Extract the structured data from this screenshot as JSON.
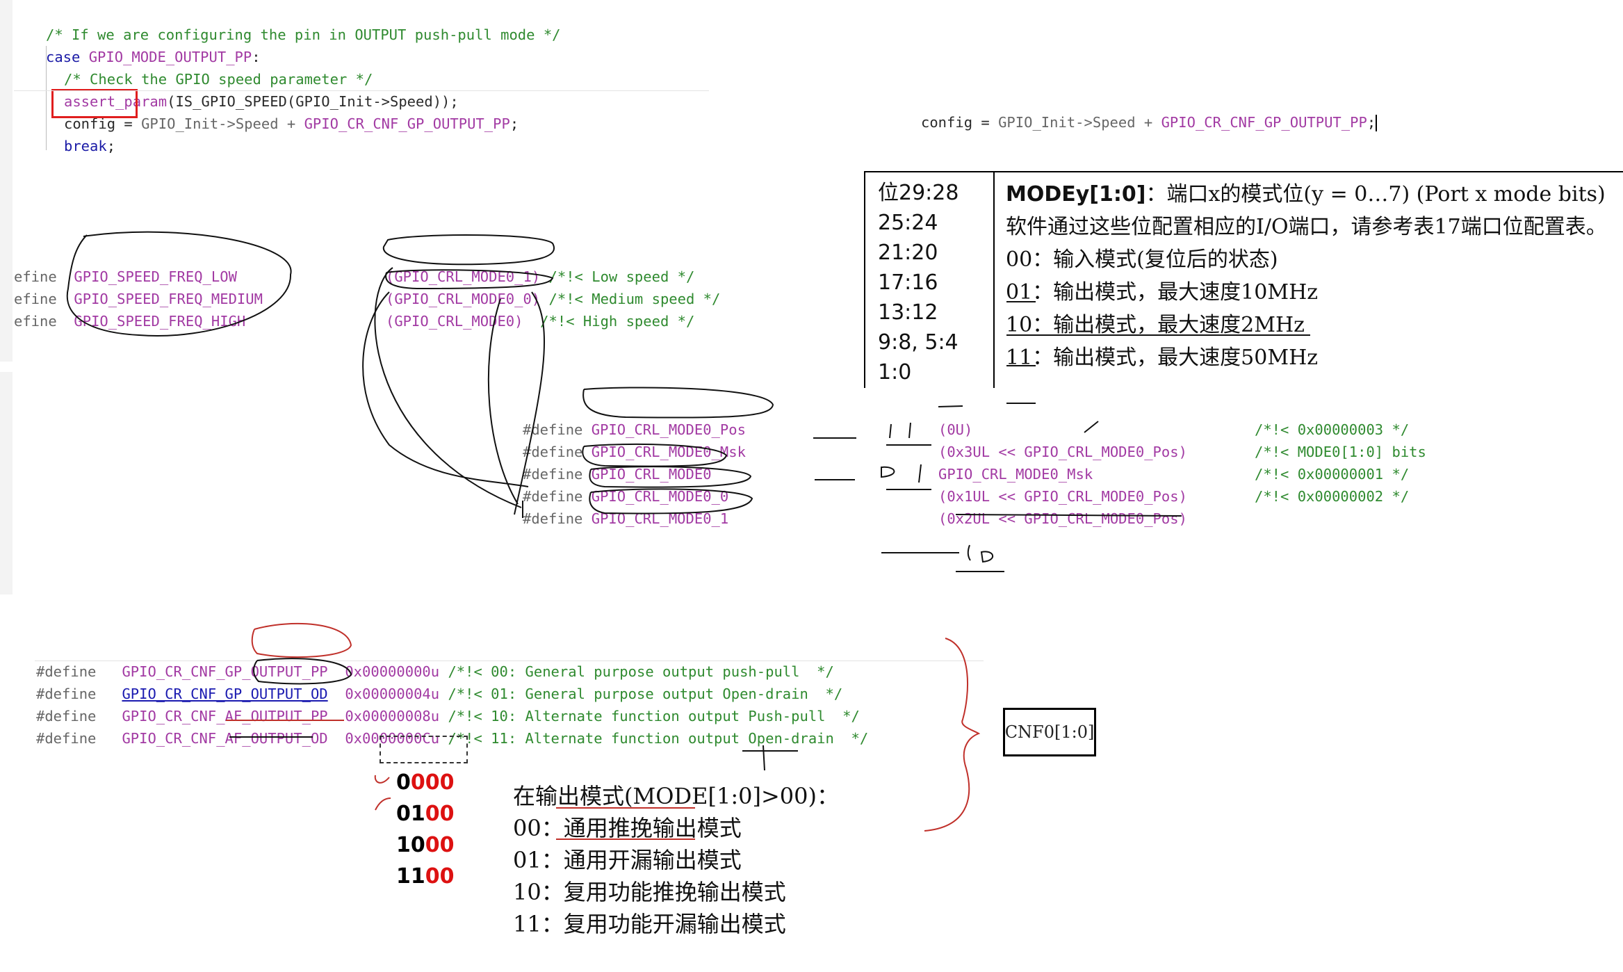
{
  "top_code": {
    "comment1": "/* If we are configuring the pin in OUTPUT push-pull mode */",
    "case_kw": "case",
    "case_val": "GPIO_MODE_OUTPUT_PP",
    "case_colon": ":",
    "comment2": "/* Check the GPIO speed parameter */",
    "assert_fn": "assert_param",
    "assert_args": "(IS_GPIO_SPEED(GPIO_Init->Speed));",
    "config_var": "config",
    "config_eq": " = ",
    "config_rhs1": "GPIO_Init->Speed + ",
    "config_rhs2": "GPIO_CR_CNF_GP_OUTPUT_PP",
    "config_semi": ";",
    "break_kw": "break",
    "break_semi": ";"
  },
  "right_code": {
    "lhs": "config = ",
    "mid": "GPIO_Init->Speed + ",
    "macro": "GPIO_CR_CNF_GP_OUTPUT_PP",
    "semi": ";"
  },
  "speed_defines": {
    "prefix": "efine",
    "items": [
      "GPIO_SPEED_FREQ_LOW",
      "GPIO_SPEED_FREQ_MEDIUM",
      "GPIO_SPEED_FREQ_HIGH"
    ],
    "values": [
      "(GPIO_CRL_MODE0_1)",
      "(GPIO_CRL_MODE0_0)",
      "(GPIO_CRL_MODE0)"
    ],
    "comments": [
      "/*!< Low speed */",
      "/*!< Medium speed */",
      "/*!< High speed */"
    ]
  },
  "mode_defines": {
    "kw": "#define",
    "names": [
      "GPIO_CRL_MODE0_Pos",
      "GPIO_CRL_MODE0_Msk",
      "GPIO_CRL_MODE0",
      "GPIO_CRL_MODE0_0",
      "GPIO_CRL_MODE0_1"
    ],
    "vals": [
      "(0U)",
      "(0x3UL << GPIO_CRL_MODE0_Pos)",
      "GPIO_CRL_MODE0_Msk",
      "(0x1UL << GPIO_CRL_MODE0_Pos)",
      "(0x2UL << GPIO_CRL_MODE0_Pos)"
    ],
    "comments": [
      "",
      "/*!< 0x00000003 */",
      "/*!< MODE0[1:0] bits",
      "/*!< 0x00000001 */",
      "/*!< 0x00000002 */"
    ]
  },
  "mode_table": {
    "left": [
      "位29:28",
      "25:24",
      "21:20",
      "17:16",
      "13:12",
      "9:8, 5:4",
      "1:0"
    ],
    "title_bold": "MODEy[1:0]",
    "title_rest": "：端口x的模式位(y = 0…7) (Port x mode bits)",
    "desc": "软件通过这些位配置相应的I/O端口，请参考表17端口位配置表。",
    "rows": [
      "00：输入模式(复位后的状态)",
      "01：输出模式，最大速度10MHz",
      "10：输出模式，最大速度2MHz",
      "11：输出模式，最大速度50MHz"
    ]
  },
  "cnf_defines": {
    "kw": "#define",
    "names": [
      "GPIO_CR_CNF_GP_OUTPUT_PP",
      "GPIO_CR_CNF_GP_OUTPUT_OD",
      "GPIO_CR_CNF_AF_OUTPUT_PP",
      "GPIO_CR_CNF_AF_OUTPUT_OD"
    ],
    "vals": [
      "0x00000000u",
      "0x00000004u",
      "0x00000008u",
      "0x0000000Cu"
    ],
    "comments": [
      "/*!< 00: General purpose output push-pull  */",
      "/*!< 01: General purpose output Open-drain  */",
      "/*!< 10: Alternate function output Push-pull  */",
      "/*!< 11: Alternate function output Open-drain  */"
    ]
  },
  "bits": [
    {
      "black": "0",
      "red": "000"
    },
    {
      "black": "01",
      "red": "00"
    },
    {
      "black": "10",
      "red": "00"
    },
    {
      "black": "11",
      "red": "00"
    }
  ],
  "output_mode": {
    "title": "在输出模式(MODE[1:0]>00)：",
    "rows": [
      "00：通用推挽输出模式",
      "01：通用开漏输出模式",
      "10：复用功能推挽输出模式",
      "11：复用功能开漏输出模式"
    ]
  },
  "cnf_box_label": "CNF0[1:0]",
  "colors": {
    "keyword": "#1a1aa6",
    "macro": "#a23aa3",
    "comment": "#2f8a2f",
    "highlight": "#e01e1e"
  }
}
